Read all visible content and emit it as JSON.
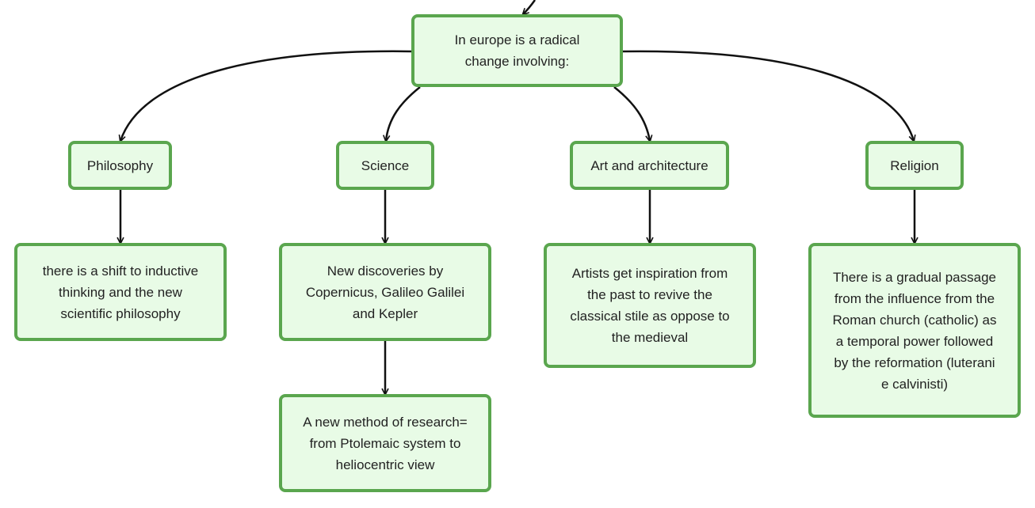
{
  "colors": {
    "node_fill": "#e8fbe6",
    "node_border": "#5aa64e",
    "edge": "#111111",
    "text": "#222222"
  },
  "nodes": {
    "root": {
      "text": "In europe is a radical\nchange involving:"
    },
    "philosophy": {
      "text": "Philosophy"
    },
    "science": {
      "text": "Science"
    },
    "art": {
      "text": "Art and architecture"
    },
    "religion": {
      "text": "Religion"
    },
    "philosophy_detail": {
      "text": "there is a shift to inductive\nthinking and the new\nscientific philosophy"
    },
    "science_detail": {
      "text": "New discoveries by\nCopernicus, Galileo Galilei\nand Kepler"
    },
    "science_method": {
      "text": "A new method of research=\nfrom Ptolemaic system to\nheliocentric view"
    },
    "art_detail": {
      "text": "Artists get inspiration from\nthe past to revive the\nclassical stile as oppose to\nthe medieval"
    },
    "religion_detail": {
      "text": "There is a gradual passage\nfrom the influence from the\nRoman church (catholic) as\na temporal power followed\nby the reformation (luterani\ne calvinisti)"
    }
  }
}
